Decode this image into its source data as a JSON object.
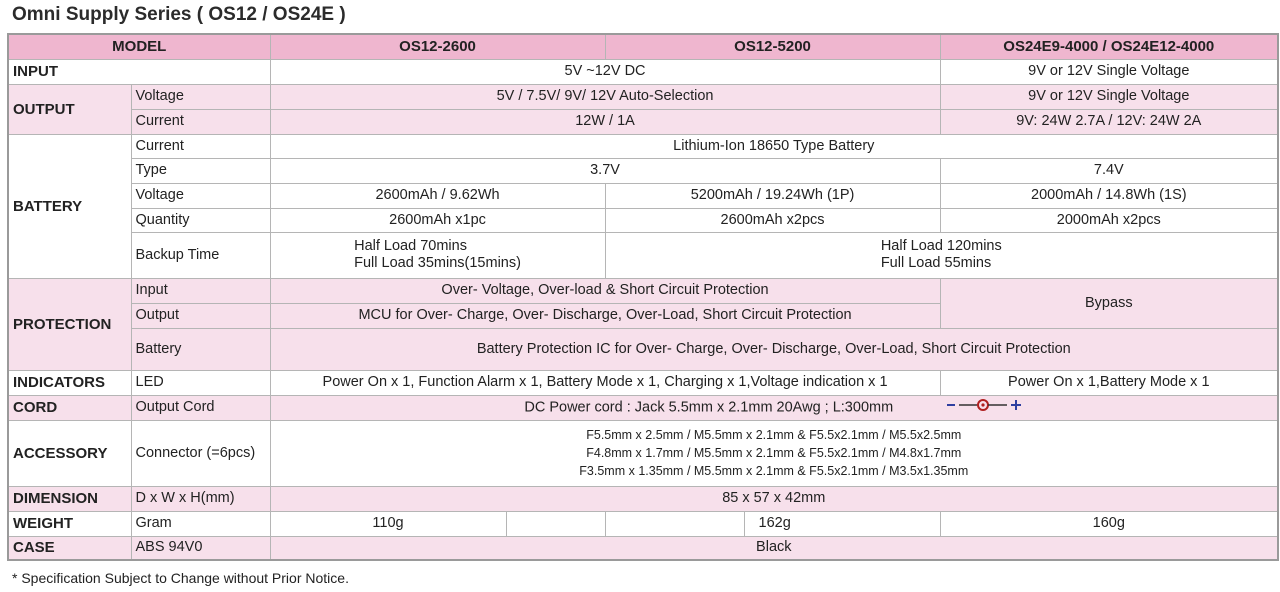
{
  "title": "Omni Supply Series ( OS12 / OS24E )",
  "header": {
    "model": "MODEL",
    "m1": "OS12-2600",
    "m2": "OS12-5200",
    "m3": "OS24E9-4000 / OS24E12-4000"
  },
  "input": {
    "label": "INPUT",
    "os12": "5V ~12V DC",
    "os24": "9V or 12V  Single Voltage"
  },
  "output": {
    "label": "OUTPUT",
    "voltage": {
      "label": "Voltage",
      "os12": "5V / 7.5V/ 9V/ 12V  Auto-Selection",
      "os24": "9V or 12V  Single Voltage"
    },
    "current": {
      "label": "Current",
      "os12": "12W / 1A",
      "os24": "9V: 24W 2.7A  /  12V: 24W 2A"
    }
  },
  "battery": {
    "label": "BATTERY",
    "current": {
      "label": "Current",
      "value": "Lithium-Ion 18650 Type Battery"
    },
    "type": {
      "label": "Type",
      "os12": "3.7V",
      "os24": "7.4V"
    },
    "voltage": {
      "label": "Voltage",
      "m1": "2600mAh / 9.62Wh",
      "m2": "5200mAh / 19.24Wh (1P)",
      "m3": "2000mAh / 14.8Wh (1S)"
    },
    "quantity": {
      "label": "Quantity",
      "m1": "2600mAh x1pc",
      "m2": "2600mAh x2pcs",
      "m3": "2000mAh x2pcs"
    },
    "backup": {
      "label": "Backup Time",
      "m1_half": "Half Load 70mins",
      "m1_full": "Full Load 35mins(15mins)",
      "rest_half": "Half Load 120mins",
      "rest_full": "Full Load 55mins"
    }
  },
  "protection": {
    "label": "PROTECTION",
    "input": {
      "label": "Input",
      "value": "Over- Voltage, Over-load & Short Circuit Protection"
    },
    "output": {
      "label": "Output",
      "value": "MCU for Over- Charge, Over- Discharge, Over-Load, Short Circuit Protection"
    },
    "bypass": "Bypass",
    "battery": {
      "label": "Battery",
      "value": "Battery Protection IC for Over- Charge, Over- Discharge, Over-Load, Short Circuit Protection"
    }
  },
  "indicators": {
    "label": "INDICATORS",
    "sub": "LED",
    "os12": "Power On x 1, Function Alarm x 1,  Battery Mode x 1, Charging x 1,Voltage indication x 1",
    "os24": "Power On x 1,Battery Mode x 1"
  },
  "cord": {
    "label": "CORD",
    "sub": "Output Cord",
    "value": "DC Power cord : Jack 5.5mm x 2.1mm 20Awg ; L:300mm"
  },
  "accessory": {
    "label": "ACCESSORY",
    "sub": "Connector (=6pcs)",
    "line1": "F5.5mm x 2.5mm / M5.5mm x 2.1mm & F5.5x2.1mm / M5.5x2.5mm",
    "line2": "F4.8mm x 1.7mm / M5.5mm x 2.1mm & F5.5x2.1mm / M4.8x1.7mm",
    "line3": "F3.5mm x 1.35mm / M5.5mm x 2.1mm & F5.5x2.1mm / M3.5x1.35mm"
  },
  "dimension": {
    "label": "DIMENSION",
    "sub": "D x W x H(mm)",
    "value": "85 x 57 x 42mm"
  },
  "weight": {
    "label": "WEIGHT",
    "sub": "Gram",
    "m1": "110g",
    "m2": "162g",
    "m3": "160g"
  },
  "case": {
    "label": "CASE",
    "sub": "ABS 94V0",
    "value": "Black"
  },
  "note": "* Specification Subject to Change without Prior Notice.",
  "colors": {
    "header": "#efb6cf",
    "row_pink": "#f7e0eb",
    "border": "#b5b5b5"
  }
}
